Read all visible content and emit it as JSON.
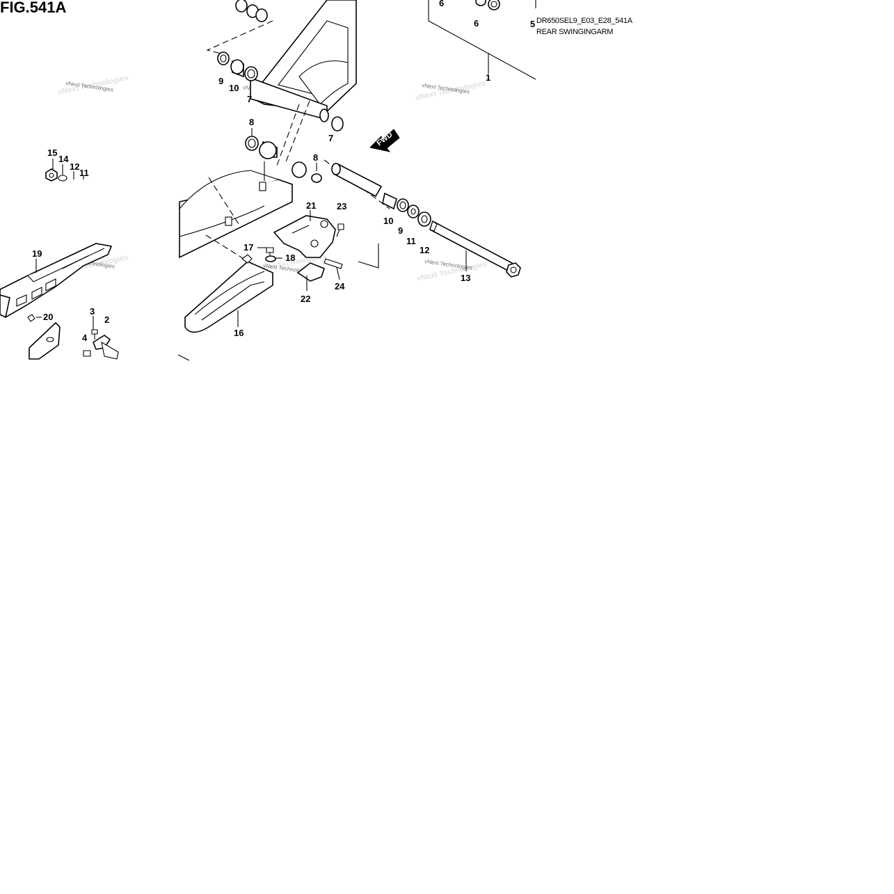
{
  "figure": {
    "title": "FIG.541A",
    "code": "DR650SEL9_E03_E28_541A",
    "name": "REAR SWINGINGARM",
    "direction_label": "FWD"
  },
  "watermark": "vNext Technologies",
  "callouts": [
    "1",
    "2",
    "3",
    "4",
    "5",
    "6",
    "6",
    "7",
    "7",
    "8",
    "8",
    "9",
    "9",
    "10",
    "10",
    "11",
    "11",
    "12",
    "12",
    "13",
    "14",
    "15",
    "16",
    "17",
    "18",
    "19",
    "20",
    "21",
    "22",
    "23",
    "24"
  ]
}
